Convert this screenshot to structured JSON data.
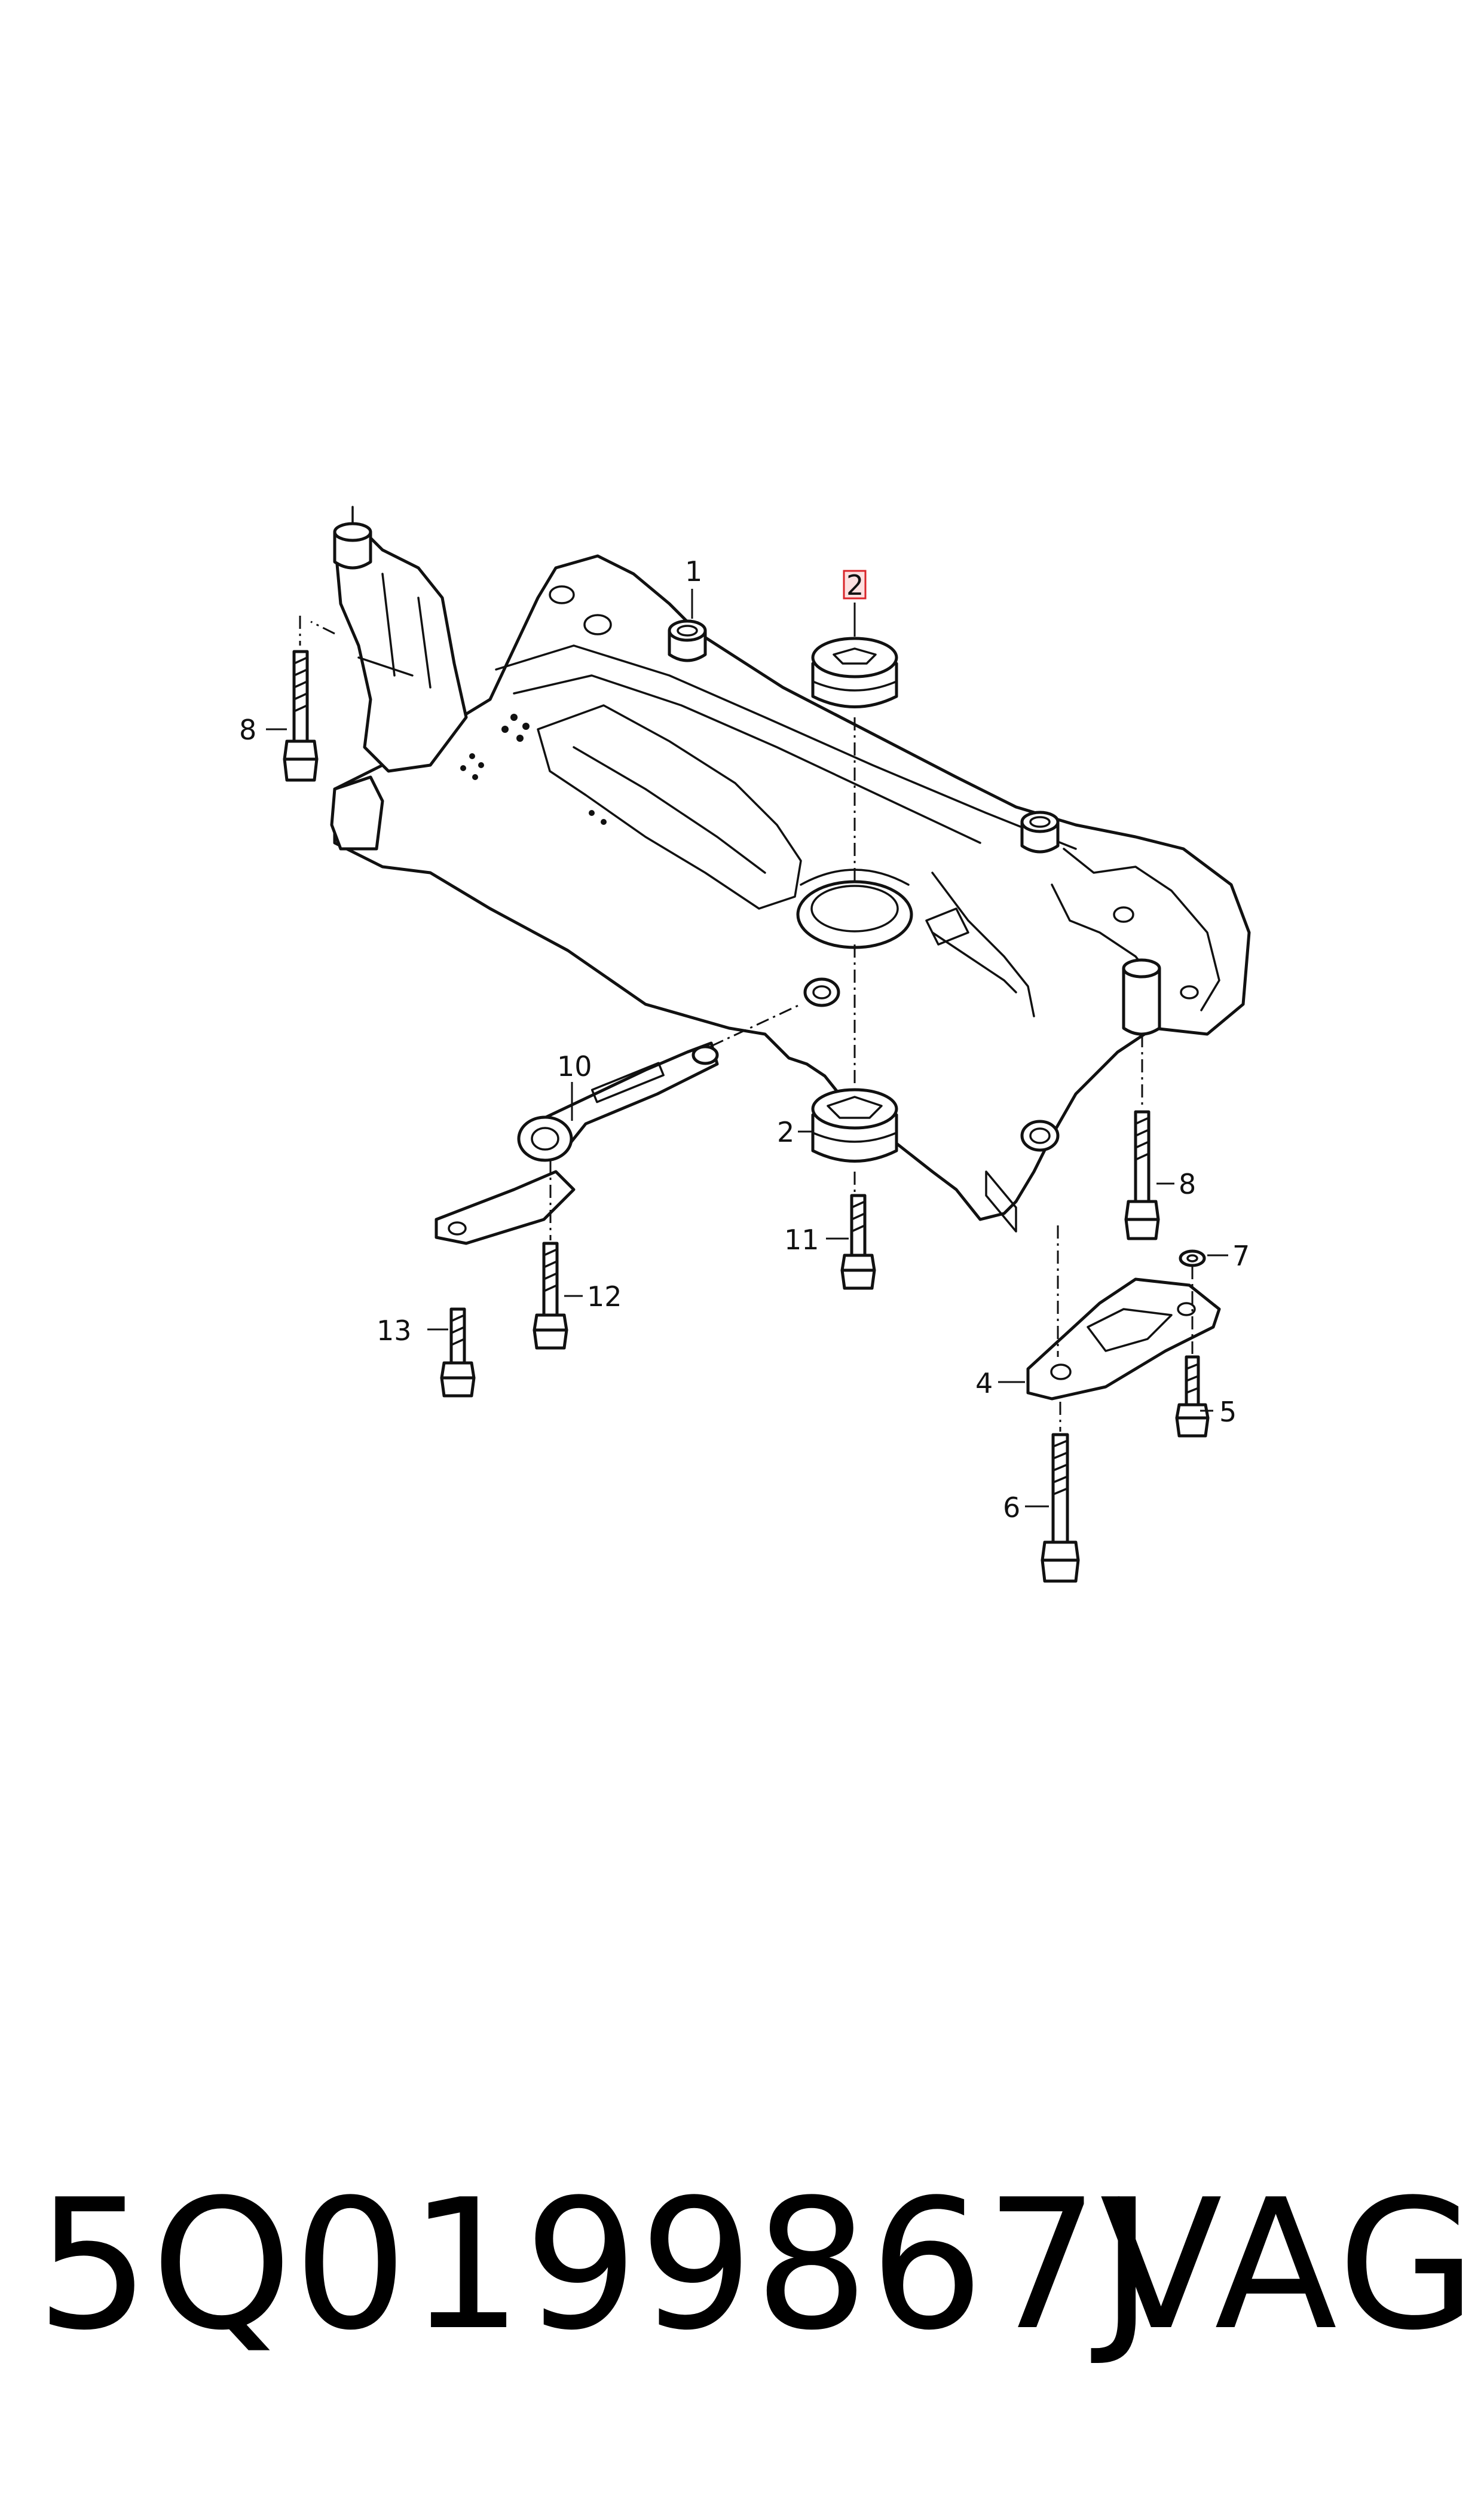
{
  "callouts": {
    "c1": "1",
    "c2_top": "2",
    "c2_bottom": "2",
    "c4": "4",
    "c5": "5",
    "c6": "6",
    "c7": "7",
    "c8_left": "8",
    "c8_right": "8",
    "c10": "10",
    "c11": "11",
    "c12": "12",
    "c13": "13"
  },
  "footer": {
    "part_number": "5Q0199867J",
    "brand": "VAG"
  },
  "colors": {
    "line": "#111111",
    "highlight_border": "#d9252a",
    "highlight_fill": "#fde0e0"
  }
}
